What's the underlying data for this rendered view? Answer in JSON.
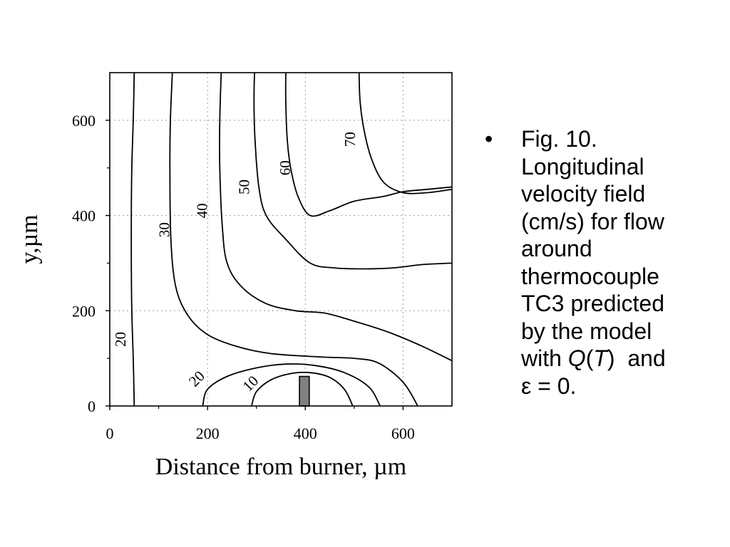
{
  "chart_data": {
    "type": "contour",
    "xlabel": "Distance from burner, µm",
    "ylabel": "y,µm",
    "xlim": [
      0,
      700
    ],
    "ylim": [
      0,
      700
    ],
    "xticks": [
      "0",
      "200",
      "400",
      "600"
    ],
    "yticks": [
      "0",
      "200",
      "400",
      "600"
    ],
    "grid": true,
    "units": "cm/s",
    "obstacle": {
      "x0": 388,
      "x1": 408,
      "y0": 0,
      "y1": 62,
      "fill": "#808080"
    },
    "contours": [
      {
        "label": "10",
        "label_at": [
          290,
          45
        ],
        "label_angle": -45,
        "points": [
          [
            290,
            0
          ],
          [
            300,
            30
          ],
          [
            330,
            55
          ],
          [
            370,
            68
          ],
          [
            410,
            70
          ],
          [
            450,
            60
          ],
          [
            480,
            35
          ],
          [
            497,
            0
          ]
        ]
      },
      {
        "label": "20",
        "label_at": [
          180,
          55
        ],
        "label_angle": -45,
        "points": [
          [
            190,
            0
          ],
          [
            200,
            35
          ],
          [
            240,
            62
          ],
          [
            300,
            80
          ],
          [
            360,
            88
          ],
          [
            420,
            85
          ],
          [
            480,
            70
          ],
          [
            530,
            40
          ],
          [
            553,
            0
          ]
        ]
      },
      {
        "label": "20",
        "label_at": [
          25,
          140
        ],
        "label_angle": -90,
        "points": [
          [
            50,
            0
          ],
          [
            48,
            100
          ],
          [
            45,
            200
          ],
          [
            44,
            300
          ],
          [
            44,
            400
          ],
          [
            45,
            500
          ],
          [
            48,
            600
          ],
          [
            50,
            700
          ]
        ]
      },
      {
        "label": "30",
        "label_at": [
          115,
          370
        ],
        "label_angle": -90,
        "points": [
          [
            630,
            0
          ],
          [
            600,
            50
          ],
          [
            550,
            90
          ],
          [
            500,
            100
          ],
          [
            430,
            103
          ],
          [
            330,
            110
          ],
          [
            260,
            125
          ],
          [
            200,
            150
          ],
          [
            160,
            190
          ],
          [
            135,
            250
          ],
          [
            125,
            350
          ],
          [
            123,
            500
          ],
          [
            124,
            600
          ],
          [
            128,
            700
          ]
        ]
      },
      {
        "label": "40",
        "label_at": [
          192,
          410
        ],
        "label_angle": -90,
        "points": [
          [
            700,
            95
          ],
          [
            640,
            125
          ],
          [
            570,
            155
          ],
          [
            500,
            178
          ],
          [
            440,
            195
          ],
          [
            380,
            200
          ],
          [
            320,
            215
          ],
          [
            270,
            250
          ],
          [
            240,
            300
          ],
          [
            230,
            380
          ],
          [
            225,
            500
          ],
          [
            225,
            600
          ],
          [
            228,
            700
          ]
        ]
      },
      {
        "label": "50",
        "label_at": [
          278,
          460
        ],
        "label_angle": -90,
        "points": [
          [
            700,
            300
          ],
          [
            640,
            297
          ],
          [
            580,
            290
          ],
          [
            520,
            288
          ],
          [
            460,
            290
          ],
          [
            410,
            300
          ],
          [
            360,
            350
          ],
          [
            320,
            400
          ],
          [
            305,
            460
          ],
          [
            297,
            560
          ],
          [
            295,
            640
          ],
          [
            296,
            700
          ]
        ]
      },
      {
        "label": "60",
        "label_at": [
          362,
          500
        ],
        "label_angle": -90,
        "points": [
          [
            700,
            460
          ],
          [
            650,
            455
          ],
          [
            600,
            450
          ],
          [
            560,
            440
          ],
          [
            500,
            430
          ],
          [
            450,
            410
          ],
          [
            410,
            400
          ],
          [
            385,
            440
          ],
          [
            370,
            500
          ],
          [
            363,
            560
          ],
          [
            360,
            640
          ],
          [
            360,
            700
          ]
        ]
      },
      {
        "label": "70",
        "label_at": [
          495,
          560
        ],
        "label_angle": -90,
        "points": [
          [
            700,
            455
          ],
          [
            650,
            448
          ],
          [
            600,
            448
          ],
          [
            560,
            470
          ],
          [
            535,
            520
          ],
          [
            520,
            580
          ],
          [
            512,
            640
          ],
          [
            510,
            700
          ]
        ]
      }
    ]
  },
  "caption": {
    "bullet": "•",
    "line1": "Fig. 10.",
    "line2": "Longitudinal",
    "line3": "velocity field",
    "line4": "(cm/s) for flow",
    "line5": "around",
    "line6": "thermocouple",
    "line7": "TC3 predicted",
    "line8": "by the model",
    "line9_prefix": "with ",
    "q": "Q",
    "paren_open": "(",
    "t": "T",
    "paren_close": ")",
    "and": "  and",
    "line10": "ε = 0."
  }
}
